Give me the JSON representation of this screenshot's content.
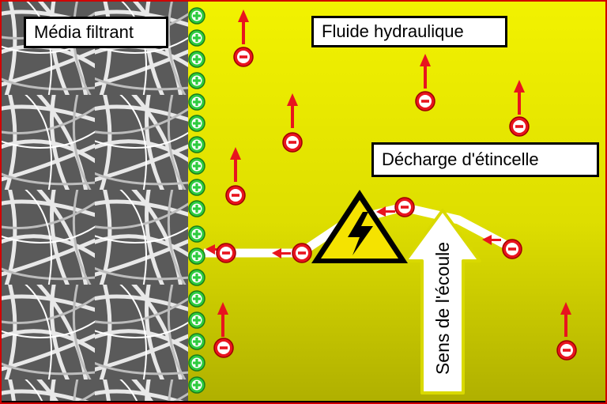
{
  "labels": {
    "filter_media": "Média filtrant",
    "hydraulic_fluid": "Fluide hydraulique",
    "spark_discharge": "Décharge d'étincelle",
    "flow_direction": "Sens de l'écoule"
  },
  "icons": {
    "positive_charge": "plus-circle-icon",
    "negative_charge": "minus-circle-icon",
    "warning": "high-voltage-warning-icon",
    "flow": "up-arrow-icon"
  },
  "colors": {
    "fluid_yellow": "#f2f200",
    "fluid_olive": "#b5b500",
    "positive_green": "#2ecc40",
    "negative_red": "#e8141e",
    "frame_red": "#d00000",
    "warning_yellow": "#f5e300"
  }
}
